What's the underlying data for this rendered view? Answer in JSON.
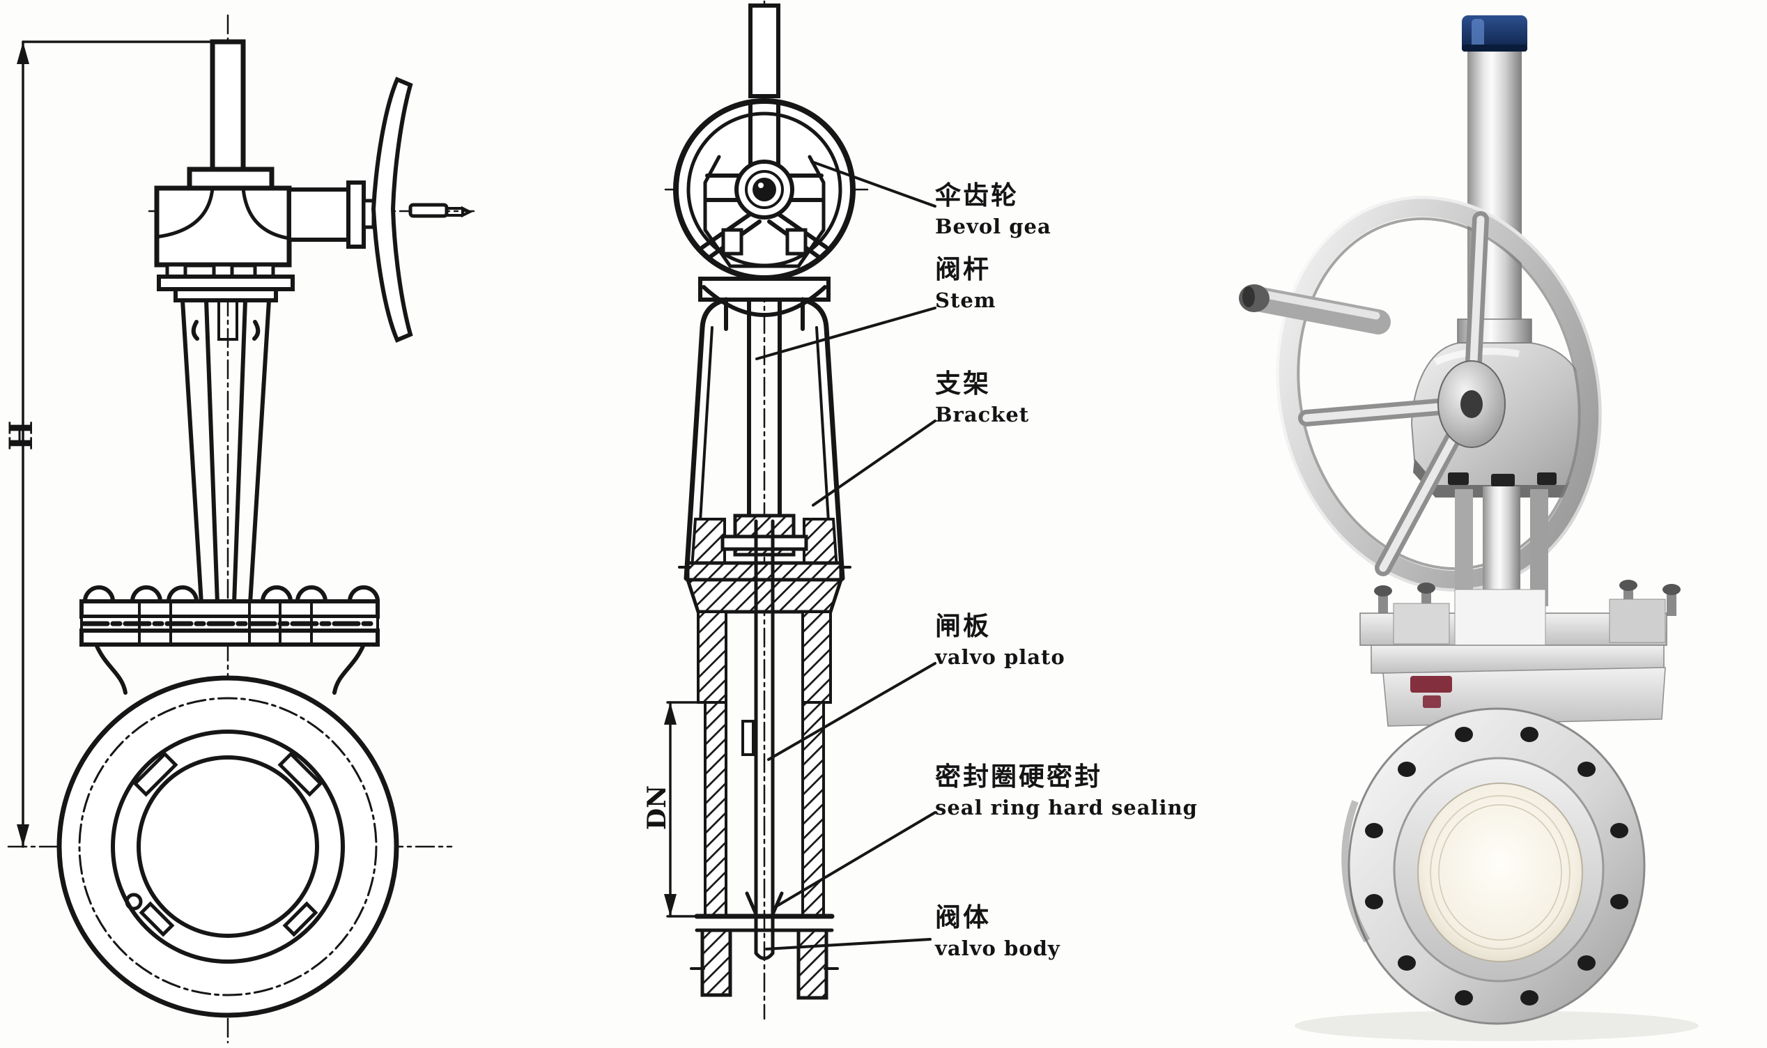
{
  "diagram": {
    "line_color": "#161616",
    "dimensions": {
      "height_label": "H",
      "bore_label": "DN"
    },
    "callouts": [
      {
        "id": "bevel-gear",
        "zh": "伞齿轮",
        "en": "Bevol gea"
      },
      {
        "id": "stem",
        "zh": "阀杆",
        "en": "Stem"
      },
      {
        "id": "bracket",
        "zh": "支架",
        "en": "Bracket"
      },
      {
        "id": "valve-plate",
        "zh": "闸板",
        "en": "valvo plato"
      },
      {
        "id": "seal-ring-hard-seal",
        "zh": "密封圈硬密封",
        "en": "seal ring hard sealing"
      },
      {
        "id": "valve-body",
        "zh": "阀体",
        "en": "valvo body"
      }
    ]
  },
  "photo": {
    "cap_color": "#13305f",
    "brand_mark_color": "#7c1f2f",
    "metal_light": "#f2f2f2",
    "metal_dark": "#8a8a8a"
  }
}
